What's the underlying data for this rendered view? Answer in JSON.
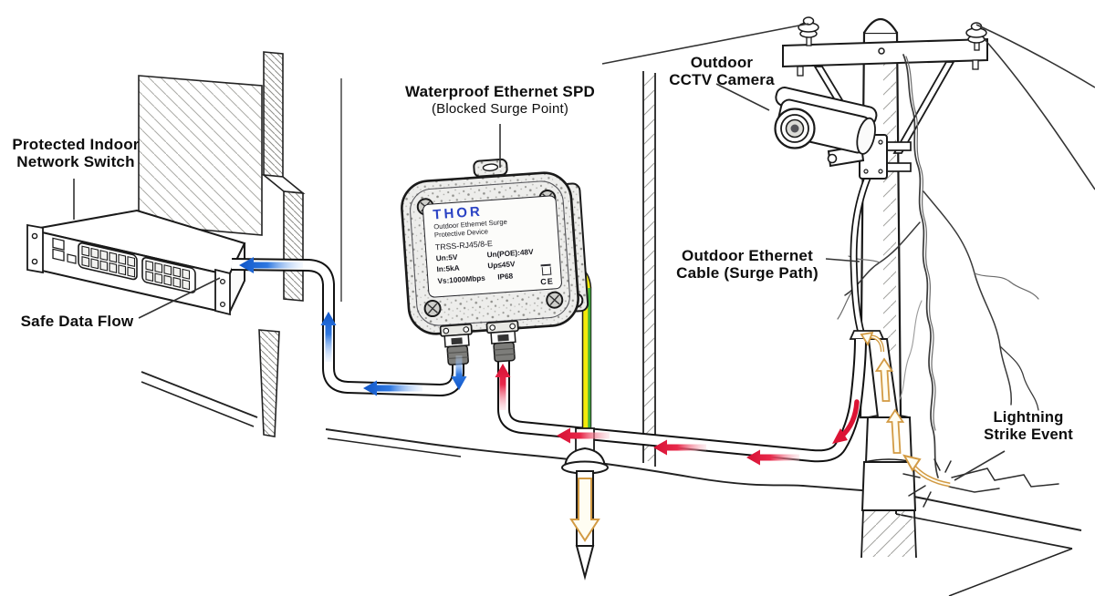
{
  "title": "Outdoor CCTV Ethernet surge protection diagram",
  "labels": {
    "switch_line1": "Protected Indoor",
    "switch_line2": "Network Switch",
    "safe_flow": "Safe Data Flow",
    "spd_line1": "Waterproof Ethernet SPD",
    "spd_line2": "(Blocked Surge Point)",
    "camera_line1": "Outdoor",
    "camera_line2": "CCTV Camera",
    "cable_line1": "Outdoor Ethernet",
    "cable_line2": "Cable (Surge Path)",
    "lightning_line1": "Lightning",
    "lightning_line2": "Strike Event"
  },
  "device_label": {
    "brand": "THOR",
    "desc_line1": "Outdoor Ethernet Surge",
    "desc_line2": "Protective Device",
    "model": "TRSS-RJ45/8-E",
    "spec_un": "Un:5V",
    "spec_unpoe": "Un(POE):48V",
    "spec_in": "In:5kA",
    "spec_up": "Up≤45V",
    "spec_vs": "Vs:1000Mbps",
    "spec_ip": "IP68",
    "ce_mark": "CE"
  },
  "colors": {
    "data_flow_blue": "#1158c9",
    "surge_red": "#dc1334",
    "earth_arrow_tan": "#d29a43",
    "ground_wire_yellow": "#f3ea0a",
    "ground_wire_green": "#3fae3c",
    "brand_blue": "#2b43c4",
    "line_ink": "#1a1a1a"
  }
}
